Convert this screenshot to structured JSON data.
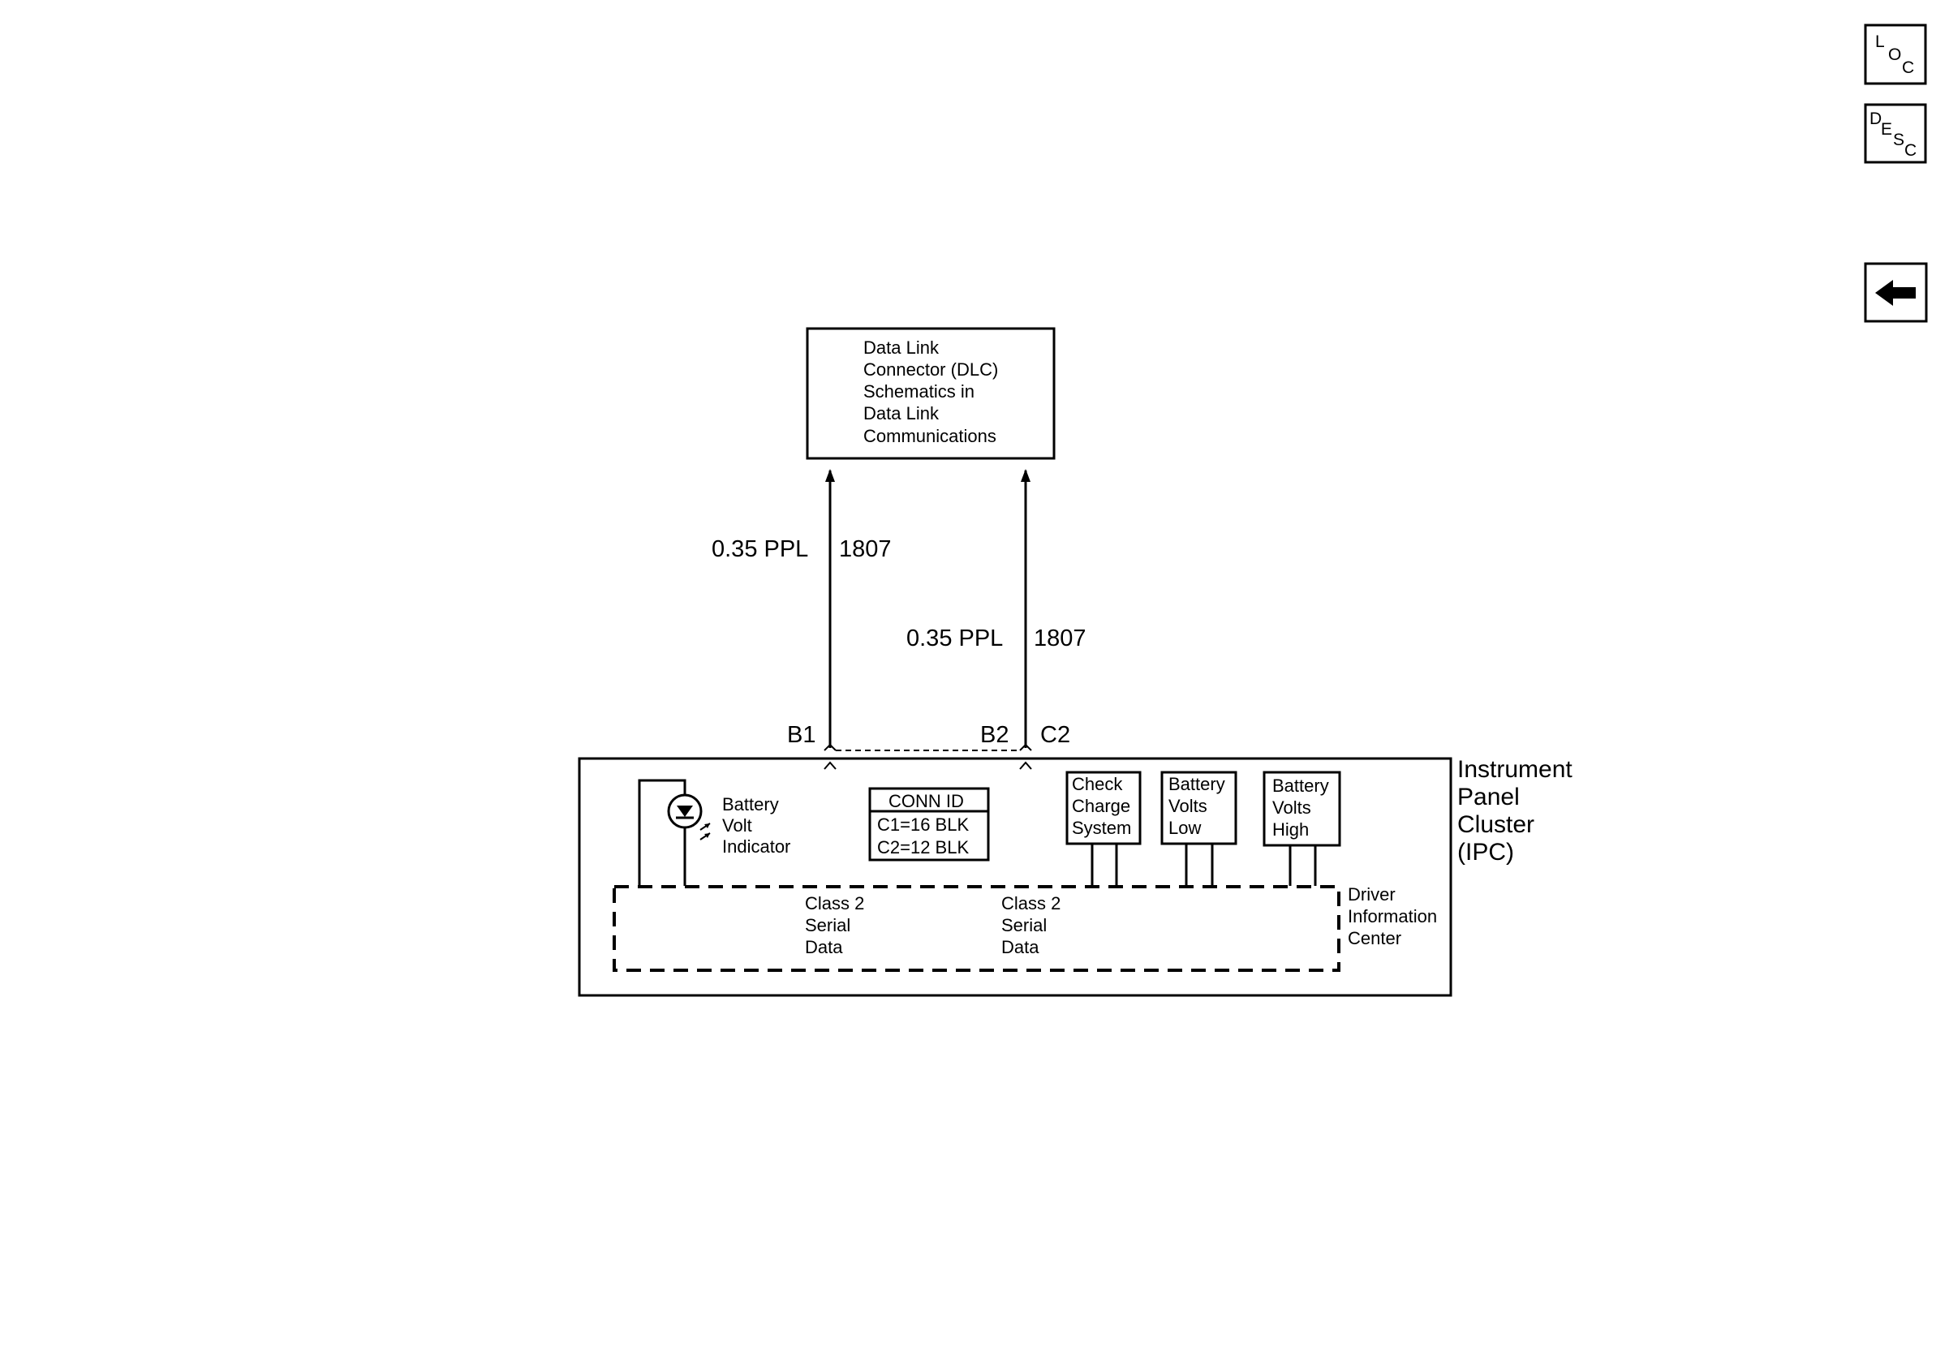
{
  "nav": {
    "loc": {
      "chars": [
        "L",
        "O",
        "C"
      ]
    },
    "desc": {
      "chars": [
        "D",
        "E",
        "S",
        "C"
      ]
    },
    "back": {
      "icon": "left-arrow-icon"
    }
  },
  "dlc_box": {
    "lines": [
      "Data Link",
      "Connector (DLC)",
      "Schematics in",
      "Data Link",
      "Communications"
    ]
  },
  "wires": [
    {
      "gauge_color": "0.35 PPL",
      "circuit": "1807"
    },
    {
      "gauge_color": "0.35 PPL",
      "circuit": "1807"
    }
  ],
  "pins": {
    "b1": "B1",
    "b2": "B2",
    "c2": "C2"
  },
  "ipc": {
    "label_lines": [
      "Instrument",
      "Panel",
      "Cluster",
      "(IPC)"
    ],
    "battery_indicator_lines": [
      "Battery",
      "Volt",
      "Indicator"
    ],
    "conn_id": {
      "title": "CONN ID",
      "rows": [
        "C1=16 BLK",
        "C2=12 BLK"
      ]
    },
    "indicators": [
      {
        "lines": [
          "Check",
          "Charge",
          "System"
        ]
      },
      {
        "lines": [
          "Battery",
          "Volts",
          "Low"
        ]
      },
      {
        "lines": [
          "Battery",
          "Volts",
          "High"
        ]
      }
    ],
    "serial_data_left": [
      "Class 2",
      "Serial",
      "Data"
    ],
    "serial_data_right": [
      "Class 2",
      "Serial",
      "Data"
    ],
    "dic_lines": [
      "Driver",
      "Information",
      "Center"
    ]
  }
}
